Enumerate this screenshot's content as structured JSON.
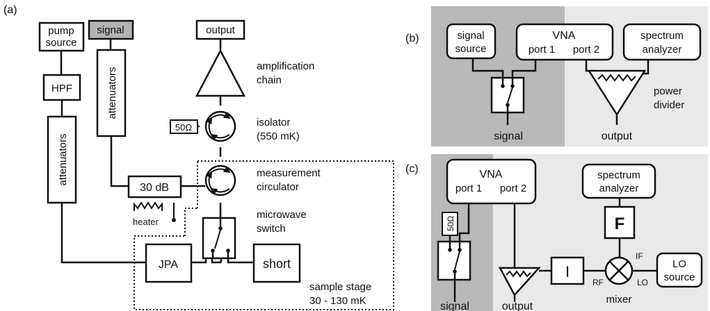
{
  "colors": {
    "line": "#111111",
    "signal_box": "#b3b3b3",
    "shade_dark": "#b9b9b9",
    "shade_light": "#e9e9e9"
  },
  "panel_a": {
    "label": "(a)",
    "pump_line1": "pump",
    "pump_line2": "source",
    "signal": "signal",
    "output": "output",
    "hpf": "HPF",
    "attenuators_left": "attenuators",
    "attenuators_mid": "attenuators",
    "amp_line1": "amplification",
    "amp_line2": "chain",
    "iso_line1": "isolator",
    "iso_line2": "(550 mK)",
    "term": "50Ω",
    "circ_line1": "measurement",
    "circ_line2": "circulator",
    "atten30": "30 dB",
    "heater": "heater",
    "switch_line1": "microwave",
    "switch_line2": "switch",
    "jpa": "JPA",
    "short": "short",
    "stage_line1": "sample stage",
    "stage_line2": "30 - 130 mK"
  },
  "panel_b": {
    "label": "(b)",
    "src_line1": "signal",
    "src_line2": "source",
    "vna": "VNA",
    "port1": "port 1",
    "port2": "port 2",
    "sa_line1": "spectrum",
    "sa_line2": "analyzer",
    "div_line1": "power",
    "div_line2": "divider",
    "signal": "signal",
    "output": "output"
  },
  "panel_c": {
    "label": "(c)",
    "vna": "VNA",
    "port1": "port 1",
    "port2": "port 2",
    "sa_line1": "spectrum",
    "sa_line2": "analyzer",
    "filter": "F",
    "term": "50Ω",
    "amp": "I",
    "rf": "RF",
    "if": "IF",
    "lo": "LO",
    "lo_line1": "LO",
    "lo_line2": "source",
    "mixer": "mixer",
    "signal": "signal",
    "output": "output"
  }
}
